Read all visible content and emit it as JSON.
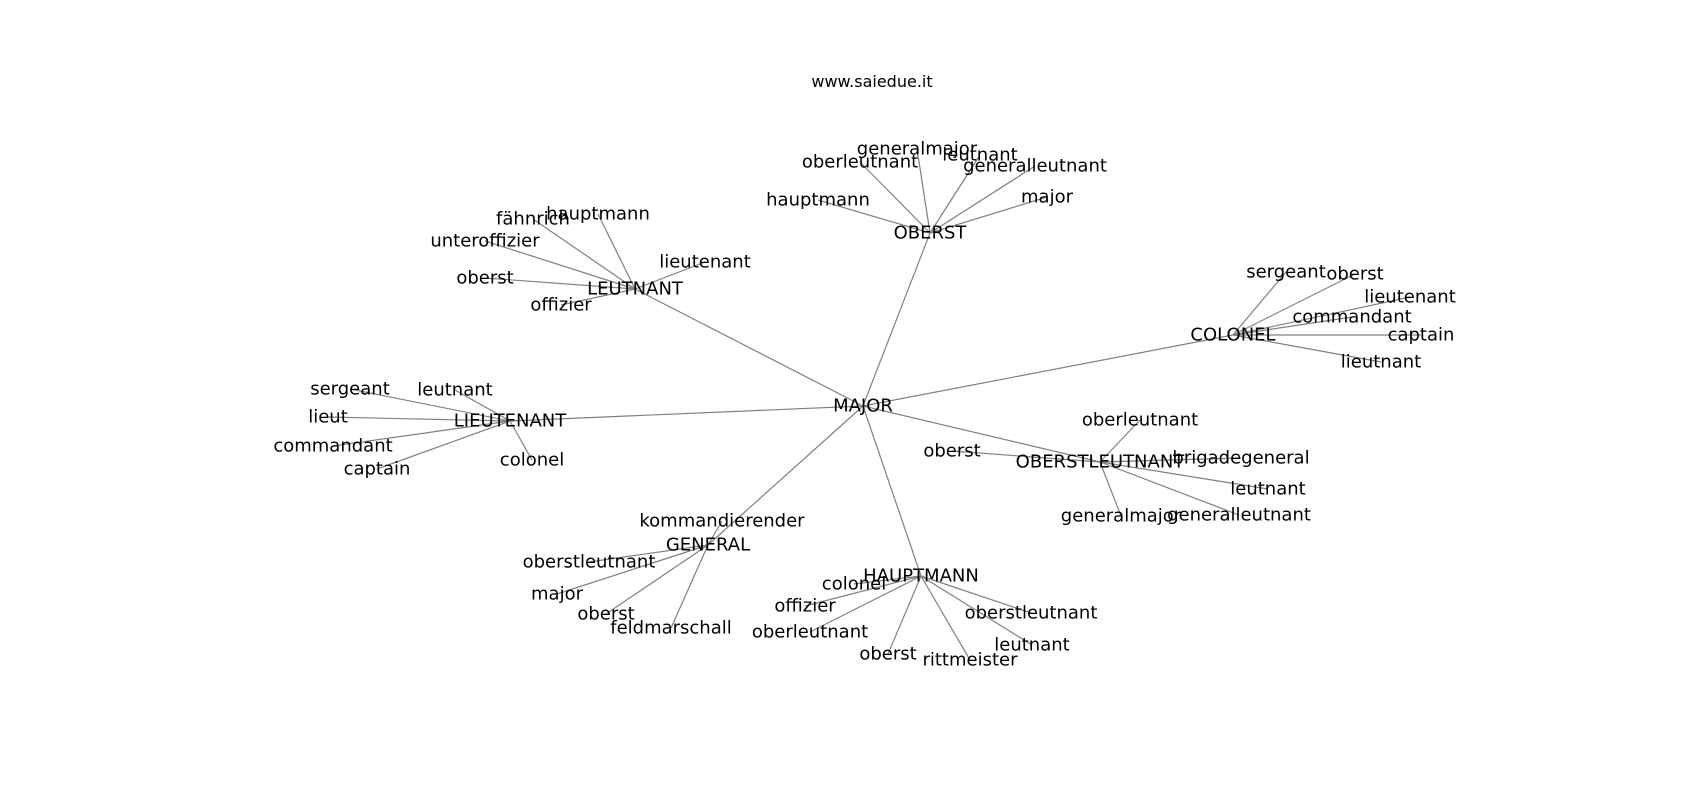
{
  "watermark": "www.saiedue.it",
  "colors": {
    "edge": "#808080",
    "text": "#000000",
    "background": "#ffffff"
  },
  "graph": {
    "root": "MAJOR",
    "hubs": [
      {
        "id": "oberst-hub",
        "label": "OBERST",
        "leaves": [
          "generalmajor",
          "leutnant",
          "oberleutnant",
          "generalleutnant",
          "hauptmann",
          "major"
        ]
      },
      {
        "id": "leutnant-hub",
        "label": "LEUTNANT",
        "leaves": [
          "hauptmann",
          "fähnrich",
          "unteroffizier",
          "lieutenant",
          "oberst",
          "offizier"
        ]
      },
      {
        "id": "colonel-hub",
        "label": "COLONEL",
        "leaves": [
          "sergeant",
          "oberst",
          "lieutenant",
          "commandant",
          "captain",
          "lieutnant"
        ]
      },
      {
        "id": "lieutenant-hub",
        "label": "LIEUTENANT",
        "leaves": [
          "sergeant",
          "leutnant",
          "lieut",
          "commandant",
          "captain",
          "colonel"
        ]
      },
      {
        "id": "oberstleutnant-hub",
        "label": "OBERSTLEUTNANT",
        "leaves": [
          "oberleutnant",
          "oberst",
          "brigadegeneral",
          "leutnant",
          "generalmajor",
          "generalleutnant"
        ]
      },
      {
        "id": "general-hub",
        "label": "GENERAL",
        "leaves": [
          "kommandierender",
          "oberstleutnant",
          "major",
          "oberst",
          "feldmarschall"
        ]
      },
      {
        "id": "hauptmann-hub",
        "label": "HAUPTMANN",
        "leaves": [
          "colonel",
          "offizier",
          "oberleutnant",
          "oberstleutnant",
          "leutnant",
          "oberst",
          "rittmeister"
        ]
      }
    ]
  }
}
